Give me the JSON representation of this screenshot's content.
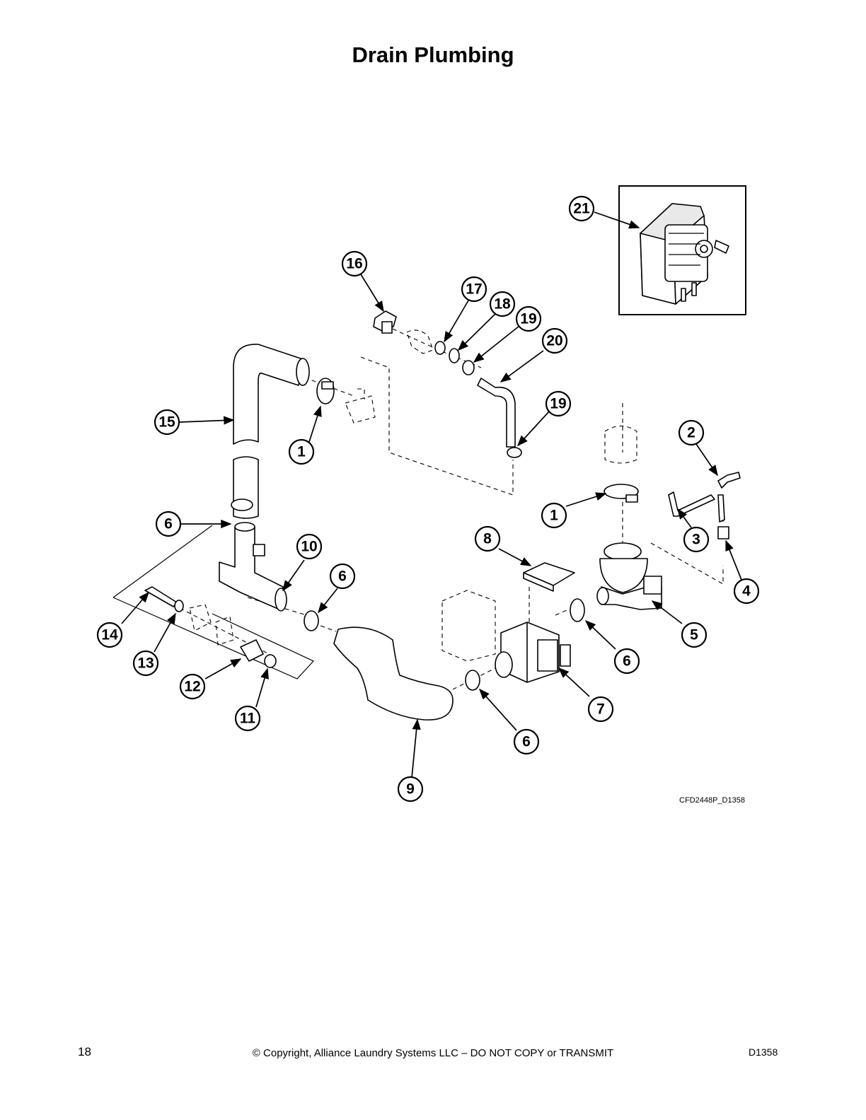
{
  "page": {
    "title": "Drain Plumbing",
    "drawing_id": "CFD2448P_D1358",
    "page_number": "18",
    "copyright": "© Copyright, Alliance Laundry Systems LLC – DO NOT COPY or TRANSMIT",
    "doc_code": "D1358"
  },
  "callouts": [
    {
      "id": "c21",
      "label": "21"
    },
    {
      "id": "c16",
      "label": "16"
    },
    {
      "id": "c17",
      "label": "17"
    },
    {
      "id": "c18",
      "label": "18"
    },
    {
      "id": "c19a",
      "label": "19"
    },
    {
      "id": "c20",
      "label": "20"
    },
    {
      "id": "c19b",
      "label": "19"
    },
    {
      "id": "c15",
      "label": "15"
    },
    {
      "id": "c1a",
      "label": "1"
    },
    {
      "id": "c2",
      "label": "2"
    },
    {
      "id": "c1b",
      "label": "1"
    },
    {
      "id": "c3",
      "label": "3"
    },
    {
      "id": "c6a",
      "label": "6"
    },
    {
      "id": "c10",
      "label": "10"
    },
    {
      "id": "c8",
      "label": "8"
    },
    {
      "id": "c4",
      "label": "4"
    },
    {
      "id": "c6b",
      "label": "6"
    },
    {
      "id": "c14",
      "label": "14"
    },
    {
      "id": "c5",
      "label": "5"
    },
    {
      "id": "c13",
      "label": "13"
    },
    {
      "id": "c6c",
      "label": "6"
    },
    {
      "id": "c12",
      "label": "12"
    },
    {
      "id": "c7",
      "label": "7"
    },
    {
      "id": "c11",
      "label": "11"
    },
    {
      "id": "c6d",
      "label": "6"
    },
    {
      "id": "c9",
      "label": "9"
    }
  ]
}
